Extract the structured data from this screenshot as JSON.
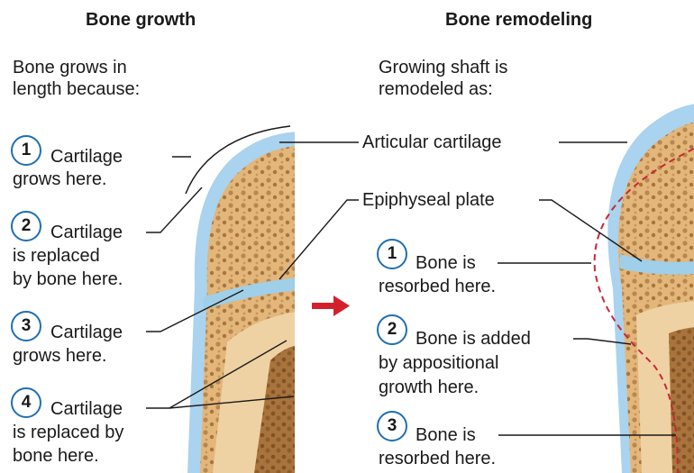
{
  "growth": {
    "heading": "Bone growth",
    "intro_line1": "Bone grows in",
    "intro_line2": "length because:",
    "steps": [
      {
        "num": "1",
        "line1": "Cartilage",
        "line2": "grows here.",
        "line3": ""
      },
      {
        "num": "2",
        "line1": "Cartilage",
        "line2": "is replaced",
        "line3": "by bone here."
      },
      {
        "num": "3",
        "line1": "Cartilage",
        "line2": "grows here.",
        "line3": ""
      },
      {
        "num": "4",
        "line1": "Cartilage",
        "line2": "is replaced by",
        "line3": "bone here."
      }
    ]
  },
  "remodeling": {
    "heading": "Bone remodeling",
    "intro_line1": "Growing shaft is",
    "intro_line2": "remodeled as:",
    "labels": {
      "articular": "Articular cartilage",
      "epiphyseal": "Epiphyseal plate"
    },
    "steps": [
      {
        "num": "1",
        "line1": "Bone is",
        "line2": "resorbed here.",
        "line3": ""
      },
      {
        "num": "2",
        "line1": "Bone is added",
        "line2": "by appositional",
        "line3": "growth here."
      },
      {
        "num": "3",
        "line1": "Bone is",
        "line2": "resorbed here.",
        "line3": ""
      }
    ]
  },
  "colors": {
    "circle_border": "#1f6fb4",
    "cartilage": "#a9d3ee",
    "bone": "#e9c48e",
    "arrow": "#d4202c",
    "dashed_outline": "#c8283a"
  }
}
